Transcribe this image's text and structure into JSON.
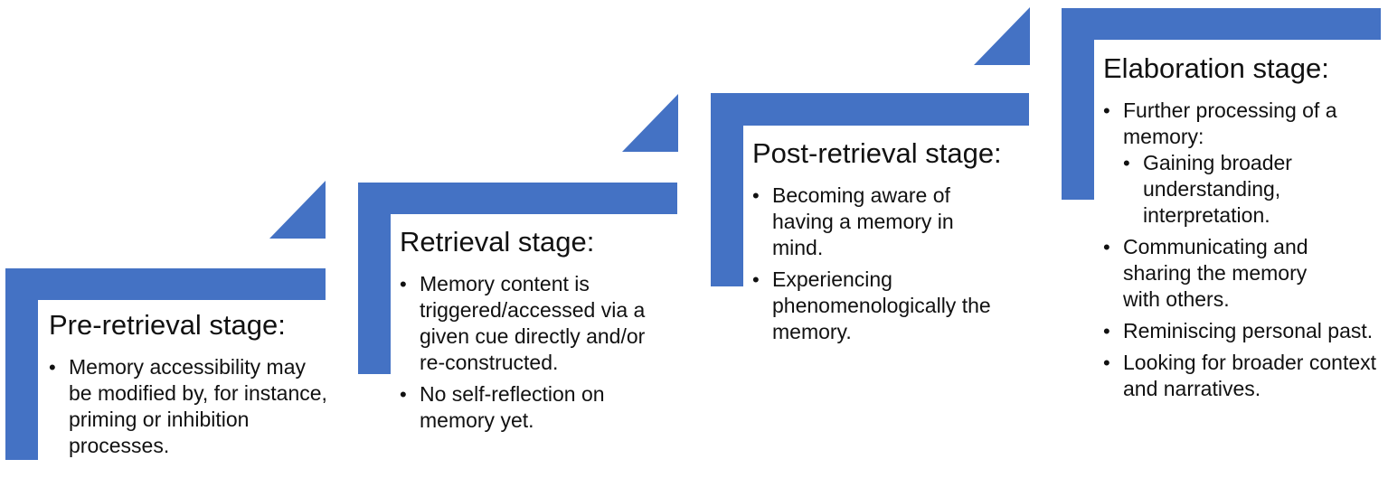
{
  "stages": [
    {
      "title": "Pre-retrieval stage:",
      "bullets": [
        "Memory accessibility may be modified by, for instance, priming or inhibition processes."
      ]
    },
    {
      "title": "Retrieval stage:",
      "bullets": [
        "Memory content is triggered/accessed via a given cue directly and/or re-constructed.",
        "No self-reflection on memory yet."
      ]
    },
    {
      "title": "Post-retrieval stage:",
      "bullets": [
        "Becoming aware of having a memory in mind.",
        "Experiencing phenomenologically the memory."
      ]
    },
    {
      "title": "Elaboration stage:",
      "bullets": [
        "Further processing of a memory:",
        "Gaining broader understanding, interpretation.",
        "Communicating and sharing the memory with others.",
        "Reminiscing personal past.",
        "Looking for broader context and narratives."
      ]
    }
  ],
  "colors": {
    "accent": "#4472c4"
  }
}
